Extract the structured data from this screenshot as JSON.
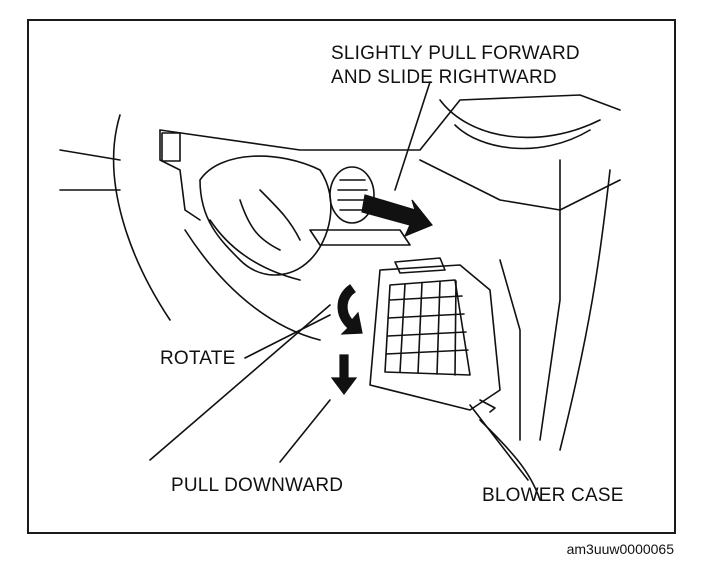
{
  "callouts": {
    "slide_line1": "SLIGHTLY PULL FORWARD",
    "slide_line2": "AND SLIDE RIGHTWARD",
    "rotate": "ROTATE",
    "pull_downward": "PULL DOWNWARD",
    "blower_case": "BLOWER CASE"
  },
  "figure_id": "am3uuw0000065",
  "colors": {
    "ink": "#111111",
    "paper": "#ffffff"
  }
}
